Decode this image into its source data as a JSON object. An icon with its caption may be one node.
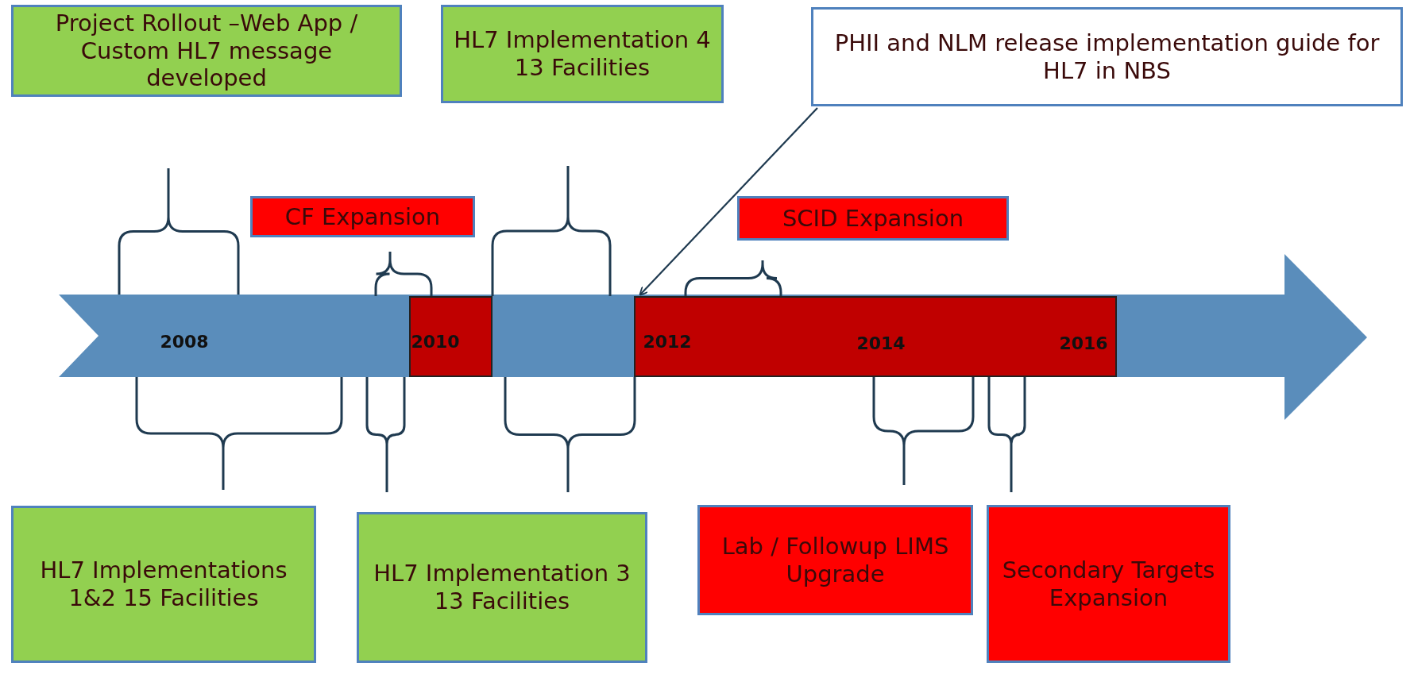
{
  "diagram": {
    "nodes": [
      {
        "text": [
          "Project Rollout –Web App / Custom HL7 message developed"
        ]
      },
      {
        "text": [
          "HL7 Implementation 4 13 Facilities"
        ]
      },
      {
        "text": [
          "PHII and NLM release implementation guide for HL7 in NBS"
        ]
      },
      {
        "text": [
          "CF Expansion"
        ]
      },
      {
        "text": [
          "SCID Expansion"
        ]
      },
      {
        "text": [
          "HL7 Implementations 1&2 15 Facilities"
        ]
      },
      {
        "text": [
          "HL7 Implementation 3 13 Facilities"
        ]
      },
      {
        "text": [
          "Lab / Followup LIMS Upgrade"
        ]
      },
      {
        "text": [
          "Secondary Targets Expansion"
        ]
      },
      {
        "text": [],
        "shape": "bar"
      },
      {
        "text": [],
        "shape": "bar"
      }
    ],
    "edges": [
      {
        "from": 2,
        "to": 10,
        "arrow": "to"
      }
    ],
    "labels": [
      "2008",
      "2010",
      "2012",
      "2014",
      "2016"
    ]
  }
}
